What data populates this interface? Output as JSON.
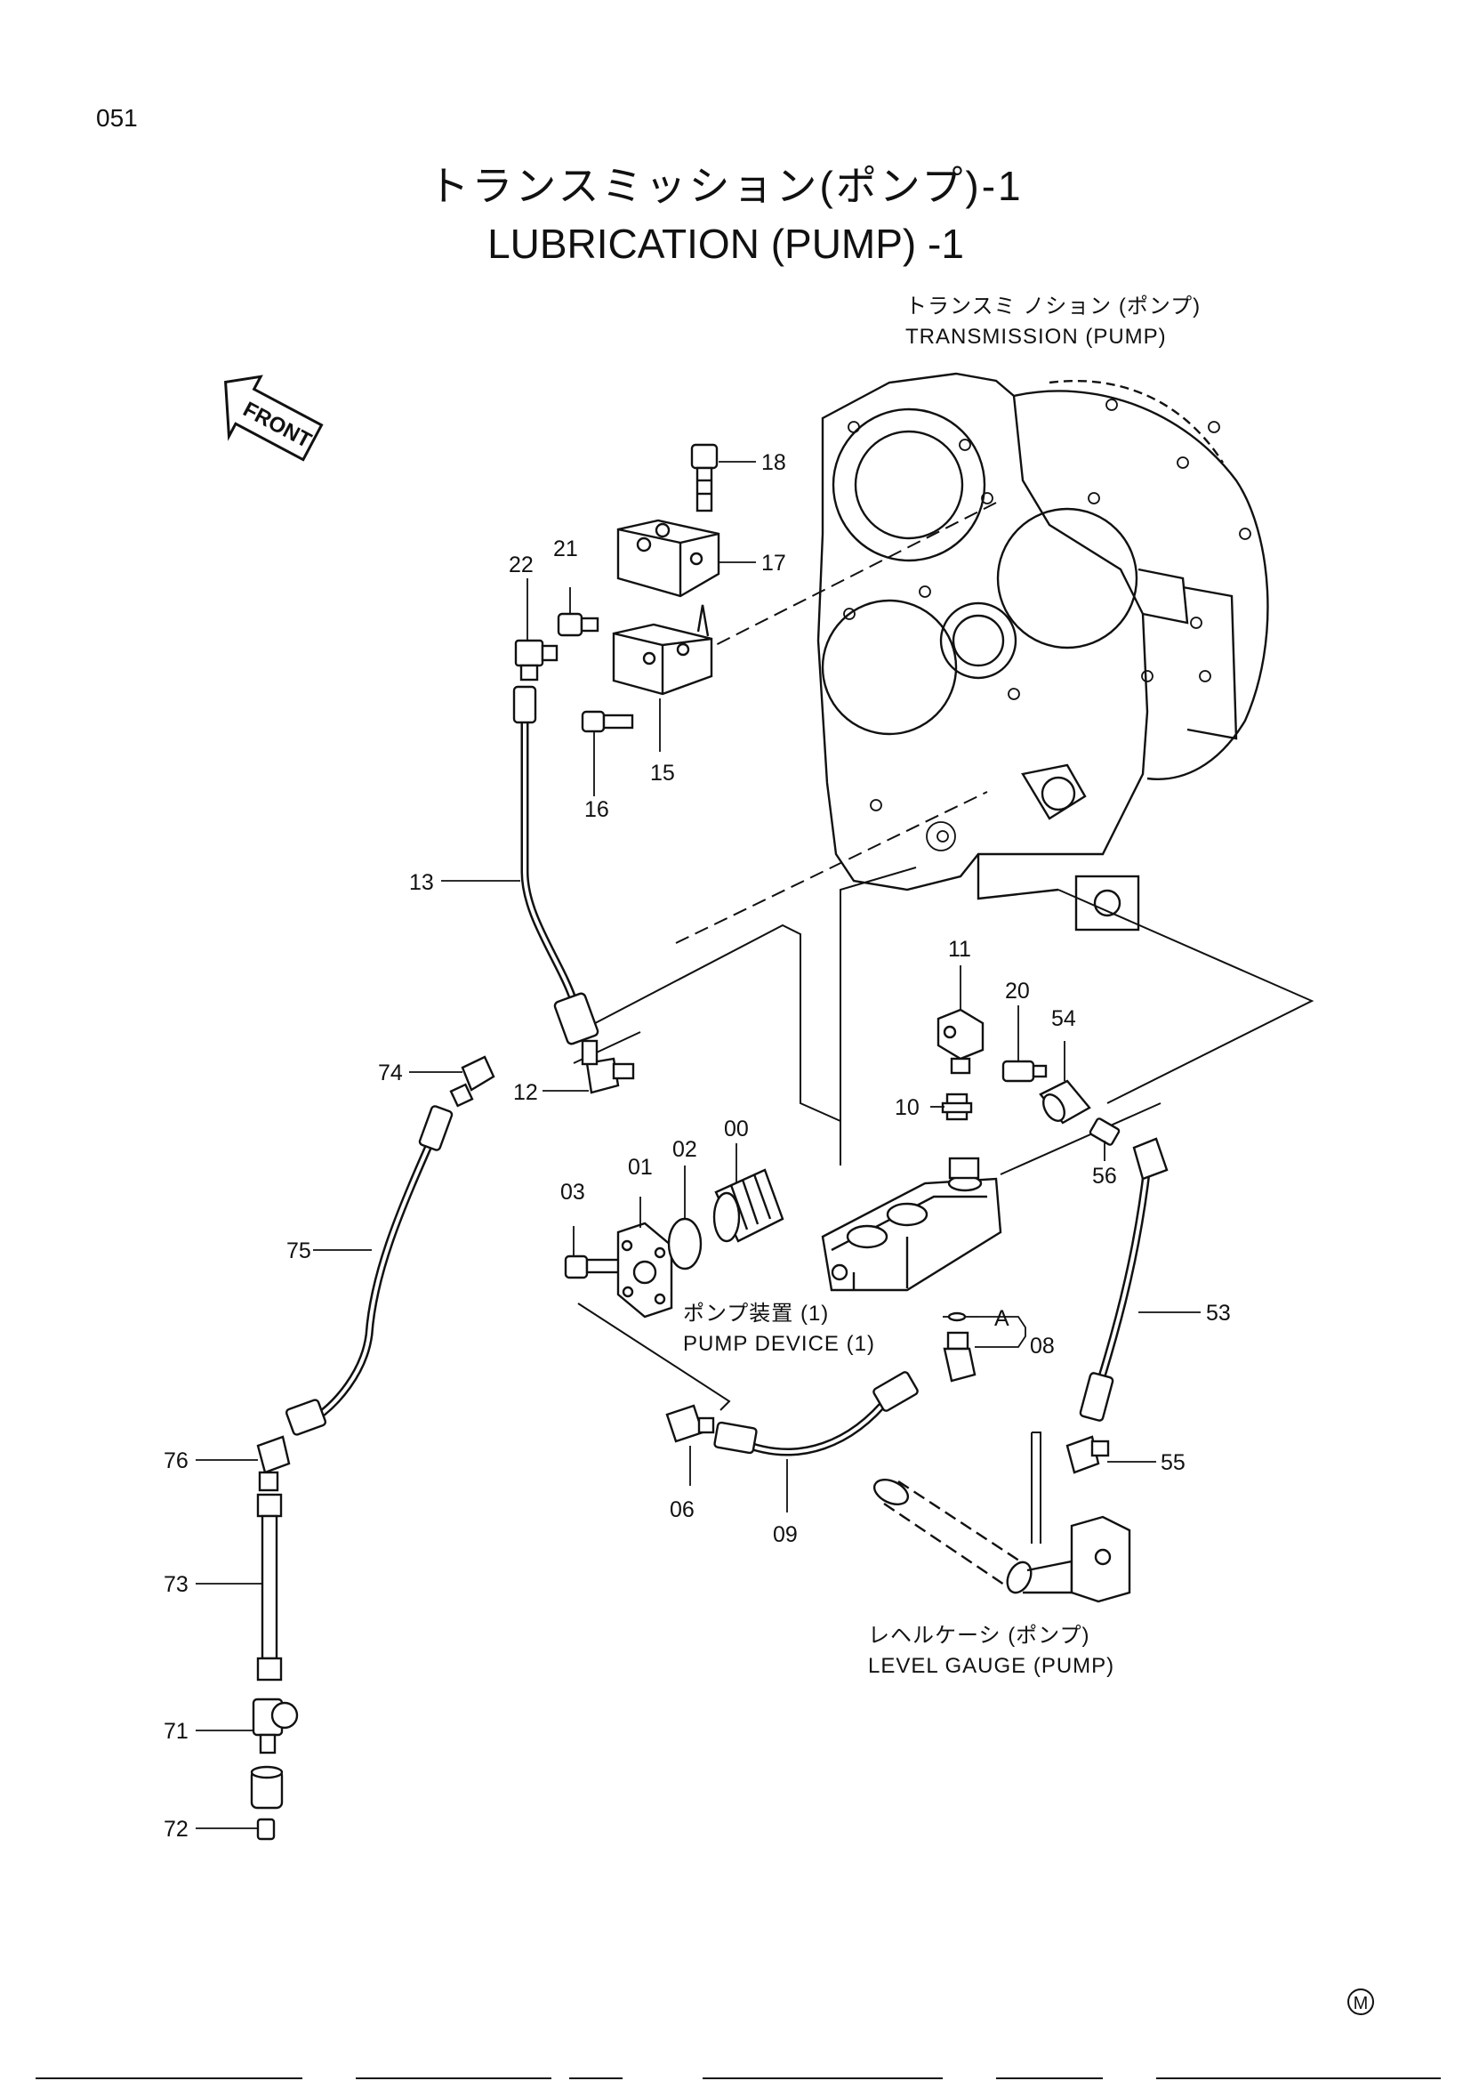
{
  "page": {
    "page_number": "051",
    "title_jp": "トランスミッション(ポンプ)-1",
    "title_en": "LUBRICATION (PUMP) -1",
    "front_label": "FRONT",
    "maker_mark": "M"
  },
  "callouts": {
    "transmission_jp": "トランスミ ノション (ポンプ)",
    "transmission_en": "TRANSMISSION (PUMP)",
    "pump_device_jp": "ポンプ装置 (1)",
    "pump_device_en": "PUMP DEVICE (1)",
    "level_gauge_jp": "レヘルケーシ (ポンプ)",
    "level_gauge_en": "LEVEL GAUGE (PUMP)",
    "detail_ref": "A"
  },
  "parts": {
    "p00": "00",
    "p01": "01",
    "p02": "02",
    "p03": "03",
    "p06": "06",
    "p08": "08",
    "p09": "09",
    "p10": "10",
    "p11": "11",
    "p12": "12",
    "p13": "13",
    "p15": "15",
    "p16": "16",
    "p17": "17",
    "p18": "18",
    "p20": "20",
    "p21": "21",
    "p22": "22",
    "p53": "53",
    "p54": "54",
    "p55": "55",
    "p56": "56",
    "p71": "71",
    "p72": "72",
    "p73": "73",
    "p74": "74",
    "p75": "75",
    "p76": "76"
  }
}
